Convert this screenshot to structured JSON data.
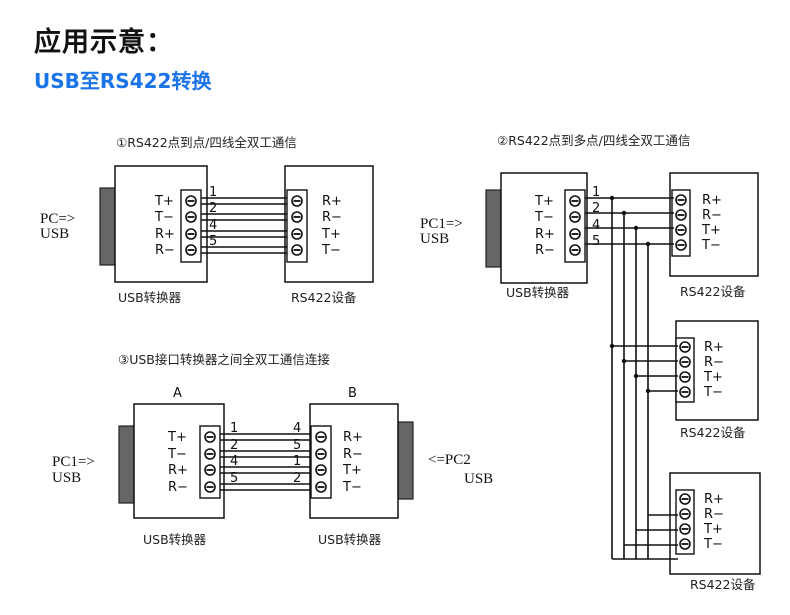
{
  "header": {
    "title": "应用示意：",
    "subtitle": "USB至RS422转换"
  },
  "diagrams": {
    "p2p": {
      "caption": "①RS422点到点/四线全双工通信",
      "host_label_1": "PC=>",
      "host_label_2": "USB",
      "converter_label": "USB转换器",
      "device_label": "RS422设备",
      "converter_pins": [
        "T+",
        "T−",
        "R+",
        "R−"
      ],
      "device_pins": [
        "R+",
        "R−",
        "T+",
        "T−"
      ],
      "wire_numbers": [
        "1",
        "2",
        "4",
        "5"
      ]
    },
    "p2mp": {
      "caption": "②RS422点到多点/四线全双工通信",
      "host_label_1": "PC1=>",
      "host_label_2": "USB",
      "converter_label": "USB转换器",
      "converter_pins": [
        "T+",
        "T−",
        "R+",
        "R−"
      ],
      "wire_numbers": [
        "1",
        "2",
        "4",
        "5"
      ],
      "device_label": "RS422设备",
      "device_pins": [
        "R+",
        "R−",
        "T+",
        "T−"
      ]
    },
    "usb2usb": {
      "caption": "③USB接口转换器之间全双工通信连接",
      "label_a": "A",
      "label_b": "B",
      "host_left_1": "PC1=>",
      "host_left_2": "USB",
      "host_right_1": "<=PC2",
      "host_right_2": "USB",
      "converter_label": "USB转换器",
      "a_pins": [
        "T+",
        "T−",
        "R+",
        "R−"
      ],
      "b_pins": [
        "R+",
        "R−",
        "T+",
        "T−"
      ],
      "a_wire_numbers": [
        "1",
        "2",
        "4",
        "5"
      ],
      "b_wire_numbers": [
        "4",
        "5",
        "1",
        "2"
      ]
    }
  }
}
